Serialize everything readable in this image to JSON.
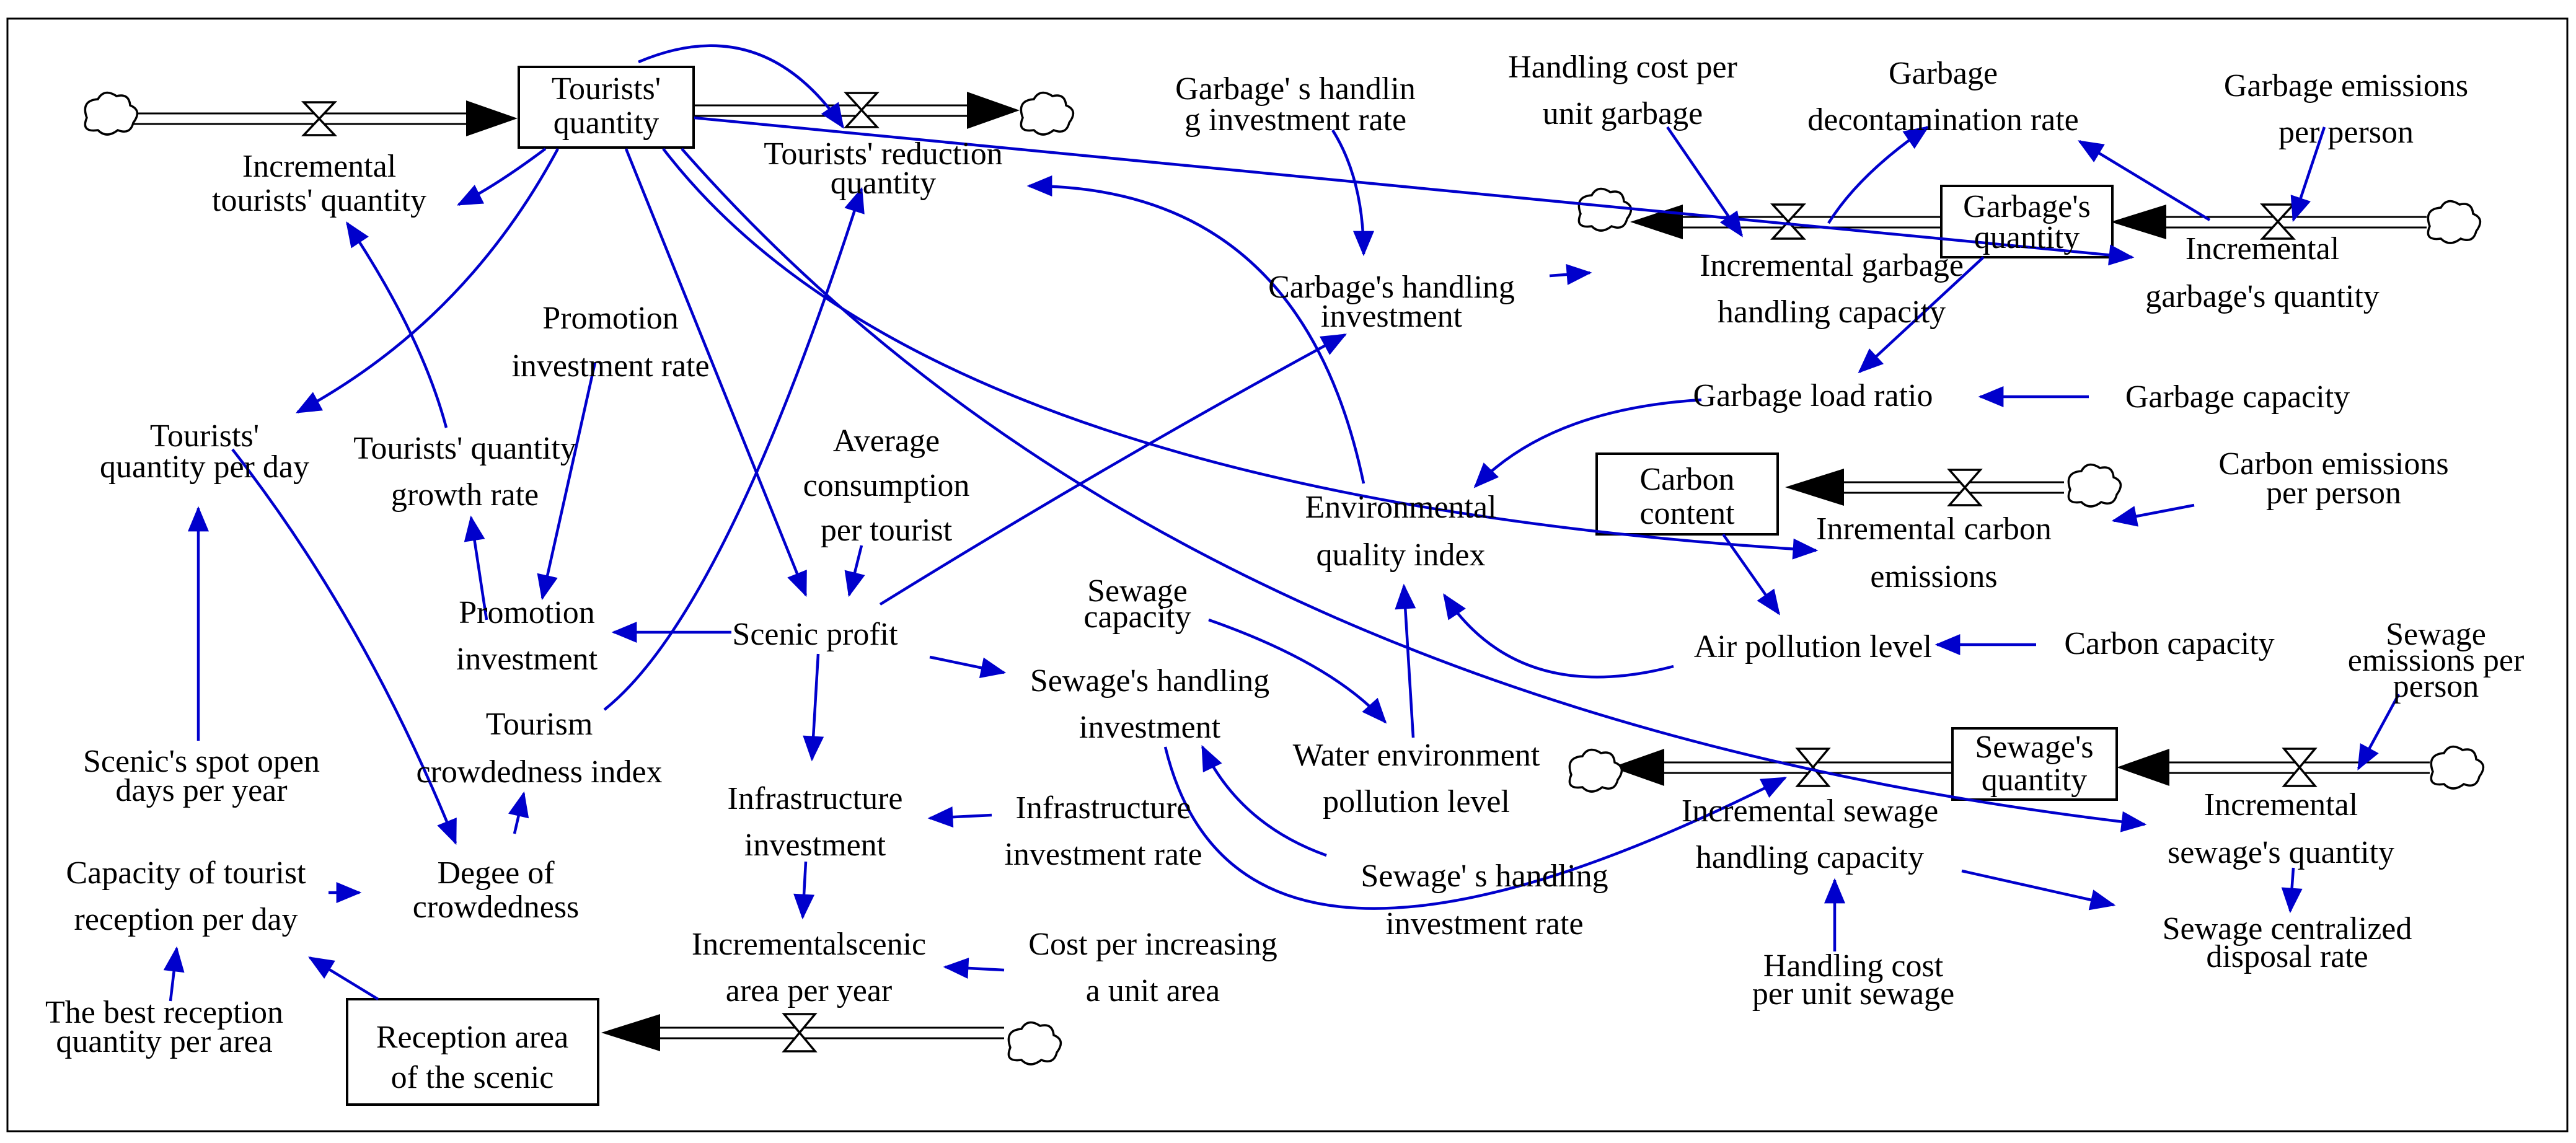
{
  "stocks": {
    "tourists_quantity": [
      "Tourists'",
      "quantity"
    ],
    "garbage_quantity": [
      "Garbage's",
      "quantity"
    ],
    "carbon_content": [
      "Carbon",
      "content"
    ],
    "sewage_quantity": [
      "Sewage's",
      "quantity"
    ],
    "reception_area": [
      "Reception area",
      "of the scenic"
    ]
  },
  "variables": {
    "incremental_tourists": [
      "Incremental",
      "tourists' quantity"
    ],
    "tourists_reduction": [
      "Tourists' reduction",
      "quantity"
    ],
    "garbage_handling_rate": [
      "Garbage' s handlin",
      "g investment rate"
    ],
    "handling_cost_garbage": [
      "Handling cost per",
      "unit garbage"
    ],
    "garbage_decontamination": [
      "Garbage",
      "decontamination rate"
    ],
    "garbage_emissions_person": [
      "Garbage emissions",
      "per person"
    ],
    "garbage_handling_investment": [
      "Carbage's handling",
      "investment"
    ],
    "incremental_garbage_handling": [
      "Incremental garbage",
      "handling capacity"
    ],
    "incremental_garbage": [
      "Incremental",
      "garbage's quantity"
    ],
    "promotion_rate": [
      "Promotion",
      "investment rate"
    ],
    "tourists_per_day": [
      "Tourists'",
      "quantity per day"
    ],
    "growth_rate": [
      "Tourists' quantity",
      "growth rate"
    ],
    "average_consumption": [
      "Average",
      "consumption",
      "per tourist"
    ],
    "garbage_load_ratio": [
      "Garbage load ratio"
    ],
    "garbage_capacity": [
      "Garbage capacity"
    ],
    "environmental_quality": [
      "Environmental",
      "quality index"
    ],
    "incremental_carbon": [
      "Inremental carbon",
      "emissions"
    ],
    "carbon_emissions_person": [
      "Carbon emissions",
      "per person"
    ],
    "promotion_investment": [
      "Promotion",
      "investment"
    ],
    "scenic_profit": [
      "Scenic profit"
    ],
    "sewage_capacity": [
      "Sewage",
      "capacity"
    ],
    "sewage_handling_investment": [
      "Sewage's handling",
      "investment"
    ],
    "air_pollution": [
      "Air pollution level"
    ],
    "carbon_capacity": [
      "Carbon capacity"
    ],
    "sewage_emissions_person": [
      "Sewage",
      "emissions per",
      "person"
    ],
    "open_days": [
      "Scenic's spot open",
      "days per year"
    ],
    "crowdedness_index": [
      "Tourism",
      "crowdedness index"
    ],
    "water_pollution": [
      "Water environment",
      "pollution level"
    ],
    "infrastructure_investment": [
      "Infrastructure",
      "investment"
    ],
    "infrastructure_rate": [
      "Infrastructure",
      "investment rate"
    ],
    "incremental_sewage_handling": [
      "Incremental sewage",
      "handling capacity"
    ],
    "incremental_sewage": [
      "Incremental",
      "sewage's quantity"
    ],
    "capacity_reception": [
      "Capacity of tourist",
      "reception per day"
    ],
    "degee_crowdedness": [
      "Degee of",
      "crowdedness"
    ],
    "sewage_handling_rate": [
      "Sewage' s handling",
      "investment rate"
    ],
    "sewage_disposal_rate": [
      "Sewage centralized",
      "disposal rate"
    ],
    "incremental_scenic_area": [
      "Incrementalscenic",
      "area per year"
    ],
    "cost_per_area": [
      "Cost per increasing",
      "a unit area"
    ],
    "handling_cost_sewage": [
      "Handling cost",
      "per unit sewage"
    ],
    "best_reception": [
      "The best reception",
      "quantity per area"
    ]
  },
  "colors": {
    "link": "#0000cc",
    "pipe": "#000000"
  }
}
